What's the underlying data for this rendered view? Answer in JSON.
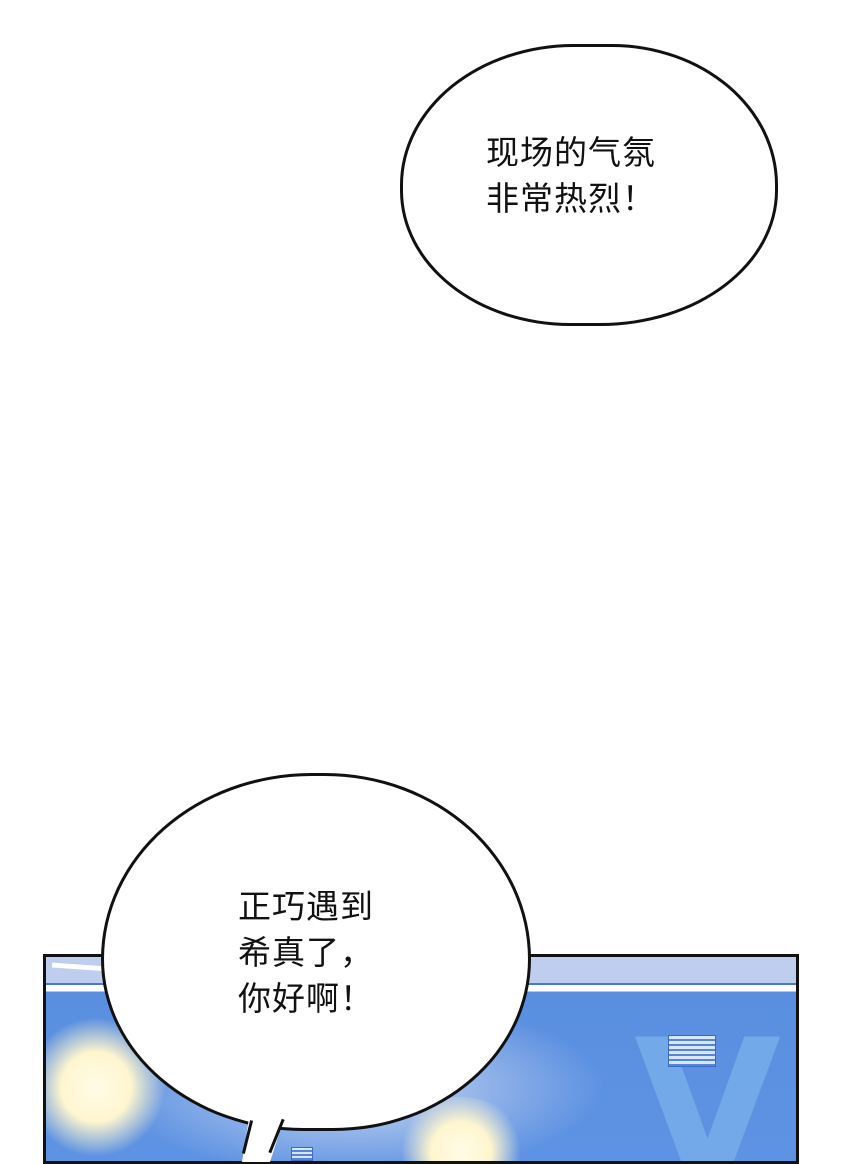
{
  "page": {
    "type": "comic-page",
    "background_color": "#ffffff"
  },
  "bubbles": [
    {
      "id": "bubble-top",
      "lines": [
        "现场的气氛",
        "非常热烈！"
      ],
      "text": "现场的气氛\n非常热烈！"
    },
    {
      "id": "bubble-bottom",
      "lines": [
        "正巧遇到",
        "希真了，",
        "你好啊！"
      ],
      "text": "正巧遇到\n希真了，\n你好啊！"
    }
  ],
  "panel": {
    "description": "Blue-tinted scene with bright burst flashes and a large faded letter on a wall",
    "wall_letter": "V",
    "colors": {
      "wall_blue": "#5e93e3",
      "letter_blue": "#77aeea",
      "rail_blue": "#bfcdee",
      "flash": "#fff6cf",
      "outline": "#111111"
    }
  }
}
